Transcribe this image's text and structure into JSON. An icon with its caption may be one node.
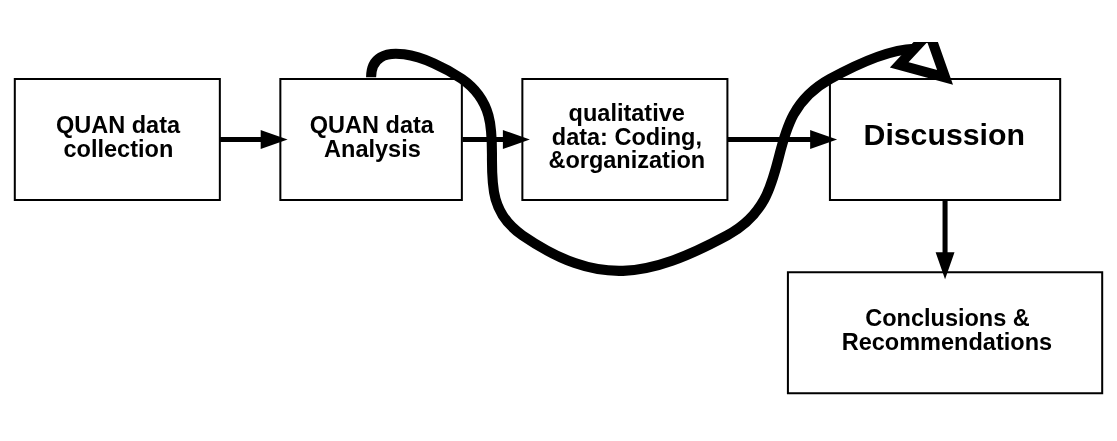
{
  "diagram": {
    "nodes": [
      {
        "text": [
          "QUAN data collection"
        ]
      },
      {
        "text": [
          "QUAN data Analysis"
        ]
      },
      {
        "text": [
          "qualitative data: Coding, &organization"
        ]
      },
      {
        "text": [
          "Discussion"
        ]
      },
      {
        "text": [
          "Conclusions & Recommendations"
        ]
      }
    ],
    "edges": [
      {
        "from": 0,
        "to": 1,
        "arrow": "to"
      },
      {
        "from": 1,
        "to": 2,
        "arrow": "to"
      },
      {
        "from": 2,
        "to": 3,
        "arrow": "to"
      },
      {
        "from": 3,
        "to": 4,
        "arrow": "to"
      },
      {
        "from": 1,
        "to": 3,
        "arrow": "to",
        "style": "thick"
      }
    ]
  }
}
